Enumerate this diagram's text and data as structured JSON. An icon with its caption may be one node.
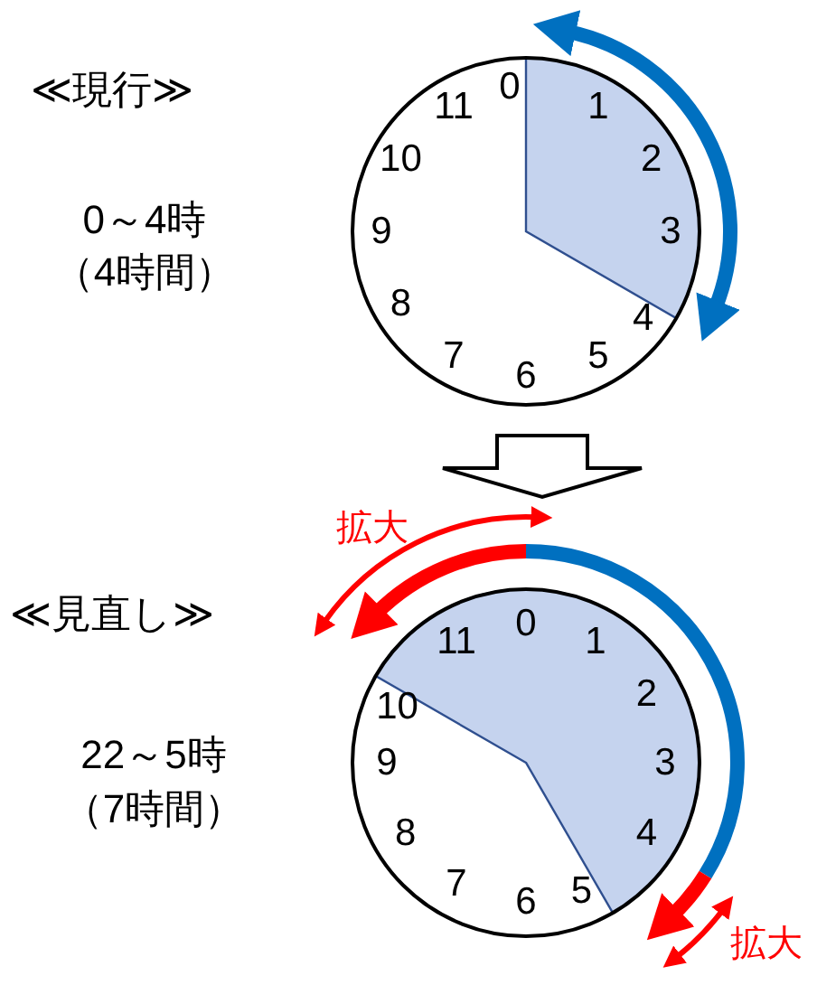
{
  "diagram": {
    "nodes": [
      {
        "text": [
          "0",
          "1",
          "2",
          "3",
          "4",
          "5",
          "6",
          "7",
          "8",
          "9",
          "10",
          "11"
        ]
      },
      {
        "text": [
          "0",
          "1",
          "2",
          "3",
          "4",
          "5",
          "6",
          "7",
          "8",
          "9",
          "10",
          "11"
        ]
      }
    ],
    "edges": [
      {
        "from": 0,
        "to": 1,
        "arrow": "to"
      }
    ],
    "labels": [
      "≪現行≫",
      "0～4時",
      "（4時間）",
      "拡大",
      "≪見直し≫",
      "22～5時",
      "（7時間）",
      "拡大"
    ]
  }
}
